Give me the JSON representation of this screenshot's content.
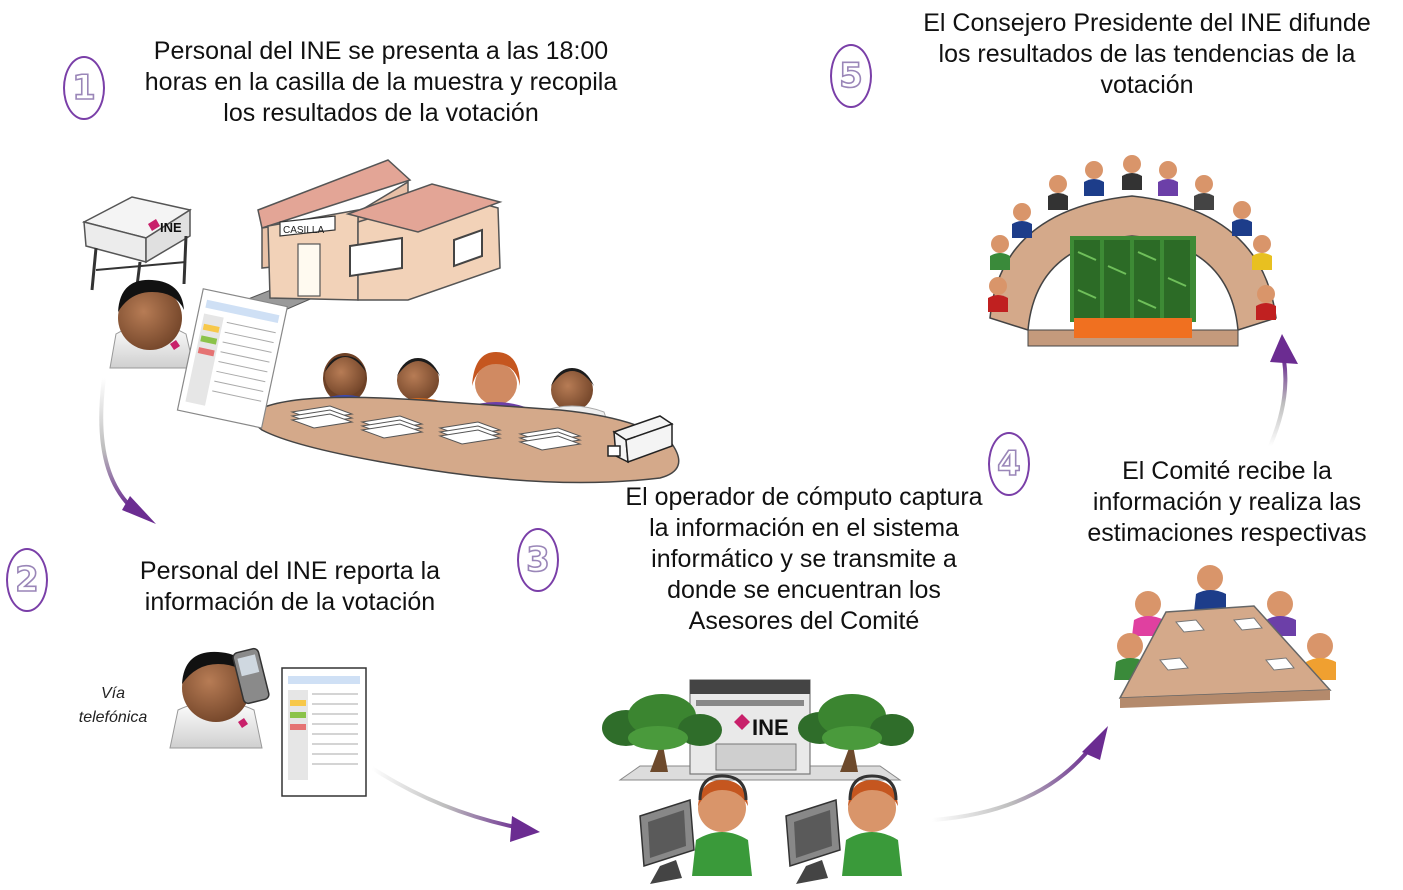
{
  "steps": [
    {
      "number": "1",
      "lines": [
        "Personal del INE se presenta a las 18:00",
        "horas en la casilla de la muestra y recopila",
        "los resultados de la votación"
      ]
    },
    {
      "number": "2",
      "lines": [
        "Personal del INE reporta la",
        "información de la votación"
      ]
    },
    {
      "number": "3",
      "lines": [
        "El operador de cómputo captura",
        "la información en el sistema",
        "informático y se transmite a",
        "donde se encuentran los",
        "Asesores del Comité"
      ]
    },
    {
      "number": "4",
      "lines": [
        "El Comité recibe la",
        "información y realiza las",
        "estimaciones respectivas"
      ]
    },
    {
      "number": "5",
      "lines": [
        "El Consejero Presidente del INE difunde",
        "los resultados de las tendencias de la",
        "votación"
      ]
    }
  ],
  "labels": {
    "casilla_sign": "CASILLA",
    "ine_logo": "INE",
    "via_line1": "Vía",
    "via_line2": "telefónica"
  },
  "icons": {
    "polling_booth": "voting-booth-icon",
    "polling_station": "polling-station-icon",
    "field_agent": "ine-agent-icon",
    "phone": "cell-phone-icon",
    "vote_form": "tally-form-icon",
    "office": "ine-office-building-icon",
    "operators": "computer-operator-icon",
    "committee": "meeting-table-icon",
    "council": "council-chamber-icon"
  },
  "colors": {
    "arrow": "#6b2c91",
    "badge_border": "#7a3fa8",
    "ine_magenta": "#c8206a",
    "table": "#d4a98a",
    "house_wall": "#f2d2b8",
    "roof": "#e3a596"
  }
}
